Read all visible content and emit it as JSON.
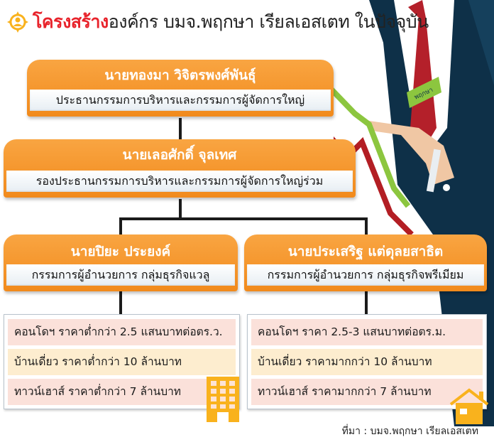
{
  "header": {
    "title_highlight": "โครงสร้าง",
    "title_rest": "องค์กร บมจ.พฤกษา เรียลเอสเตท ในปัจจุบัน",
    "icon": "person-target-icon",
    "highlight_color": "#e8232b"
  },
  "org": {
    "ceo": {
      "name": "นายทองมา วิจิตรพงศ์พันธุ์",
      "role": "ประธานกรรมการบริหารและกรรมการผู้จัดการใหญ่"
    },
    "deputy": {
      "name": "นายเลอศักดิ์ จุลเทศ",
      "role": "รองประธานกรรมการบริหารและกรรมการผู้จัดการใหญ่ร่วม"
    },
    "left": {
      "name": "นายปิยะ ประยงค์",
      "role": "กรรมการผู้อำนวยการ กลุ่มธุรกิจแวลู"
    },
    "right": {
      "name": "นายประเสริฐ แต่ดุลยสาธิต",
      "role": "กรรมการผู้อำนวยการ กลุ่มธุรกิจพรีเมียม"
    }
  },
  "value_products": {
    "icon": "building-icon",
    "rows": [
      "คอนโดฯ ราคาต่ำกว่า 2.5 แสนบาทต่อตร.ว.",
      "บ้านเดี่ยว ราคาต่ำกว่า 10 ล้านบาท",
      "ทาวน์เฮาส์ ราคาต่ำกว่า 7 ล้านบาท"
    ]
  },
  "premium_products": {
    "icon": "house-icon",
    "rows": [
      "คอนโดฯ ราคา 2.5-3 แสนบาทต่อตร.ม.",
      "บ้านเดี่ยว ราคามากกว่า 10 ล้านบาท",
      "ทาวน์เฮาส์ ราคามากกว่า 7 ล้านบาท"
    ]
  },
  "illustration": {
    "tie_label": "พฤกษา"
  },
  "source": "ที่มา : บมจ.พฤกษา เรียลเอสเตท",
  "colors": {
    "orange": "#f18a1c",
    "pink_row": "#fbe1da",
    "cream_row": "#fdedcf",
    "suit": "#0e3048",
    "tie": "#b4202a",
    "green_arrow": "#8cc63f",
    "red_arrow": "#b31e24",
    "icon_yellow": "#f9b21d"
  }
}
